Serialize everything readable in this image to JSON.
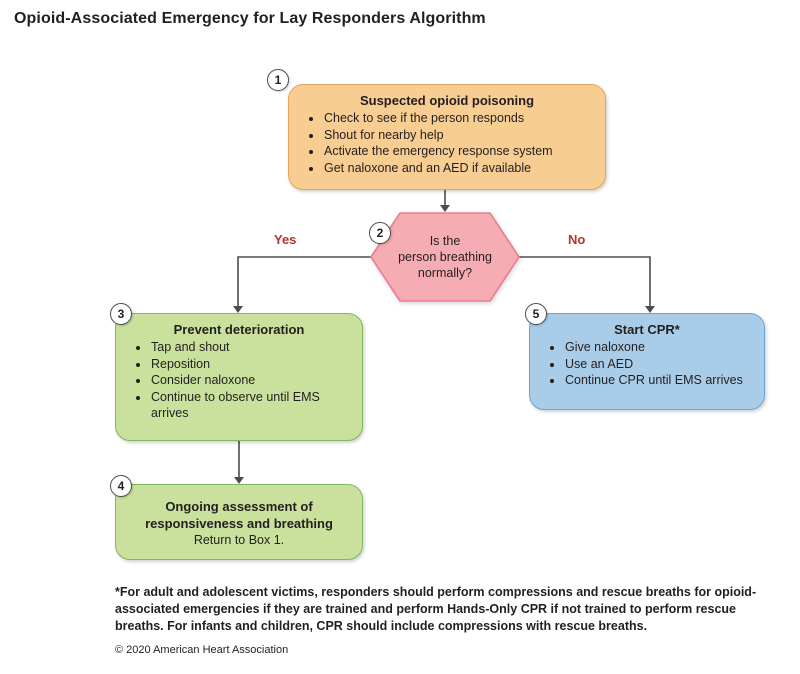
{
  "title": "Opioid-Associated Emergency for Lay Responders Algorithm",
  "flowchart": {
    "box1": {
      "number": "1",
      "title": "Suspected opioid poisoning",
      "bullets": [
        "Check to see if the person responds",
        "Shout for nearby help",
        "Activate the emergency response system",
        "Get naloxone and an AED if available"
      ]
    },
    "decision": {
      "number": "2",
      "text": "Is the\nperson breathing\nnormally?"
    },
    "branch_yes": "Yes",
    "branch_no": "No",
    "box3": {
      "number": "3",
      "title": "Prevent deterioration",
      "bullets": [
        "Tap and shout",
        "Reposition",
        "Consider naloxone",
        "Continue to observe until EMS arrives"
      ]
    },
    "box5": {
      "number": "5",
      "title": "Start CPR*",
      "bullets": [
        "Give naloxone",
        "Use an AED",
        "Continue CPR until EMS arrives"
      ]
    },
    "box4": {
      "number": "4",
      "title": "Ongoing assessment of responsiveness and breathing",
      "subtitle": "Return to Box 1."
    }
  },
  "footnote": "*For adult and adolescent victims, responders should perform compressions and rescue breaths for opioid-associated emergencies if they are trained and perform Hands-Only CPR if not trained to perform rescue breaths. For infants and children, CPR should include compressions with rescue breaths.",
  "copyright": "© 2020 American Heart Association",
  "colors": {
    "box1_fill": "#F8CD92",
    "box1_border": "#E8A25C",
    "hex_fill": "#F5ACB2",
    "hex_border": "#E97F8B",
    "green_fill": "#C9E19C",
    "green_border": "#82B75C",
    "blue_fill": "#A9CDE9",
    "blue_border": "#6BA5D4",
    "line": "#4D4D4F",
    "branch_label": "#B5342D",
    "text": "#231F20"
  }
}
